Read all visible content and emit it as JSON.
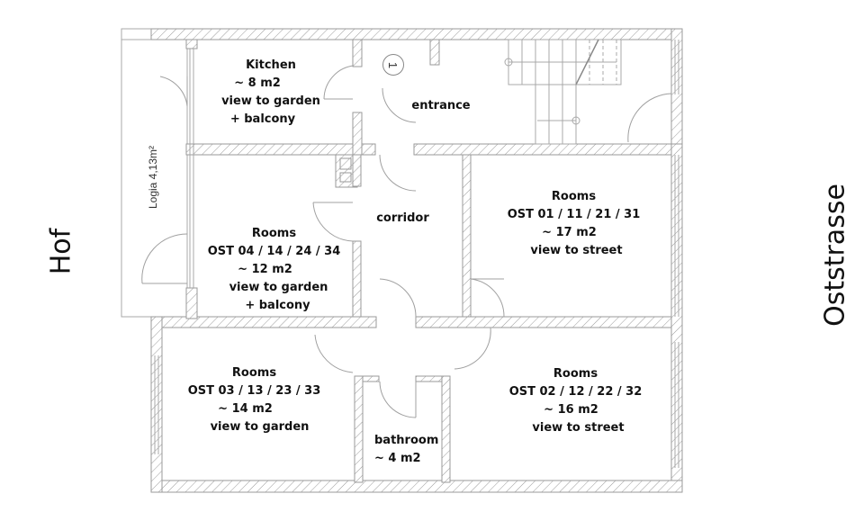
{
  "side_labels": {
    "left": "Hof",
    "right": "Oststrasse"
  },
  "logia": {
    "label": "Logia 4,13m²"
  },
  "marker": {
    "number": "1"
  },
  "rooms": [
    {
      "id": "kitchen",
      "lines": [
        "Kitchen",
        "~ 8 m2",
        "view to garden",
        "+ balcony"
      ]
    },
    {
      "id": "entrance",
      "lines": [
        "entrance"
      ]
    },
    {
      "id": "corridor",
      "lines": [
        "corridor"
      ]
    },
    {
      "id": "room-ost-04",
      "lines": [
        "Rooms",
        "OST 04 / 14 / 24 / 34",
        "~ 12 m2",
        "view to garden",
        "+ balcony"
      ]
    },
    {
      "id": "room-ost-01",
      "lines": [
        "Rooms",
        "OST 01 / 11 / 21 / 31",
        "~ 17 m2",
        "view to street"
      ]
    },
    {
      "id": "room-ost-03",
      "lines": [
        "Rooms",
        "OST 03 / 13 / 23 / 33",
        "~ 14 m2",
        "view to garden"
      ]
    },
    {
      "id": "room-ost-02",
      "lines": [
        "Rooms",
        "OST 02 / 12 / 22 / 32",
        "~ 16 m2",
        "view to street"
      ]
    },
    {
      "id": "bathroom",
      "lines": [
        "bathroom",
        "~ 4 m2"
      ]
    }
  ]
}
